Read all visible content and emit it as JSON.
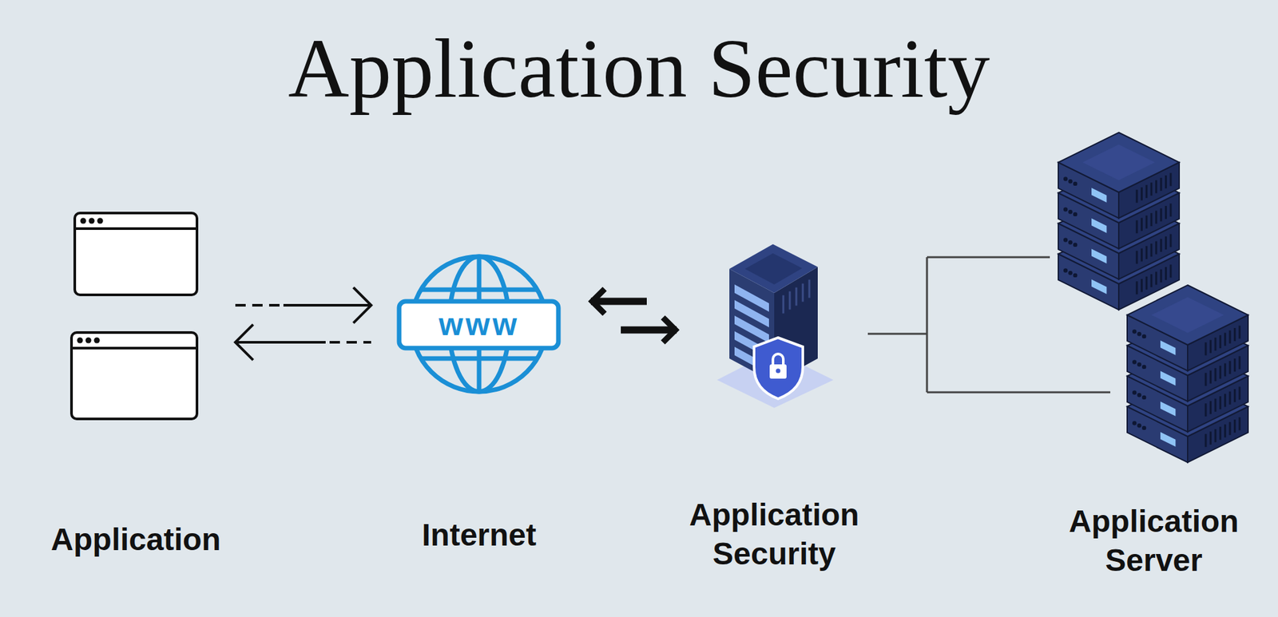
{
  "diagram": {
    "title": "Application Security",
    "nodes": [
      {
        "text": [
          "Application"
        ]
      },
      {
        "text": [
          "www",
          "Internet"
        ]
      },
      {
        "text": [
          "Application Security"
        ]
      },
      {
        "text": [
          "Application Server"
        ]
      }
    ],
    "edges": [
      {
        "from": 0,
        "to": 1,
        "arrow": "both"
      },
      {
        "from": 1,
        "to": 2,
        "arrow": "both"
      },
      {
        "from": 2,
        "to": 3,
        "arrow": "none"
      }
    ]
  }
}
